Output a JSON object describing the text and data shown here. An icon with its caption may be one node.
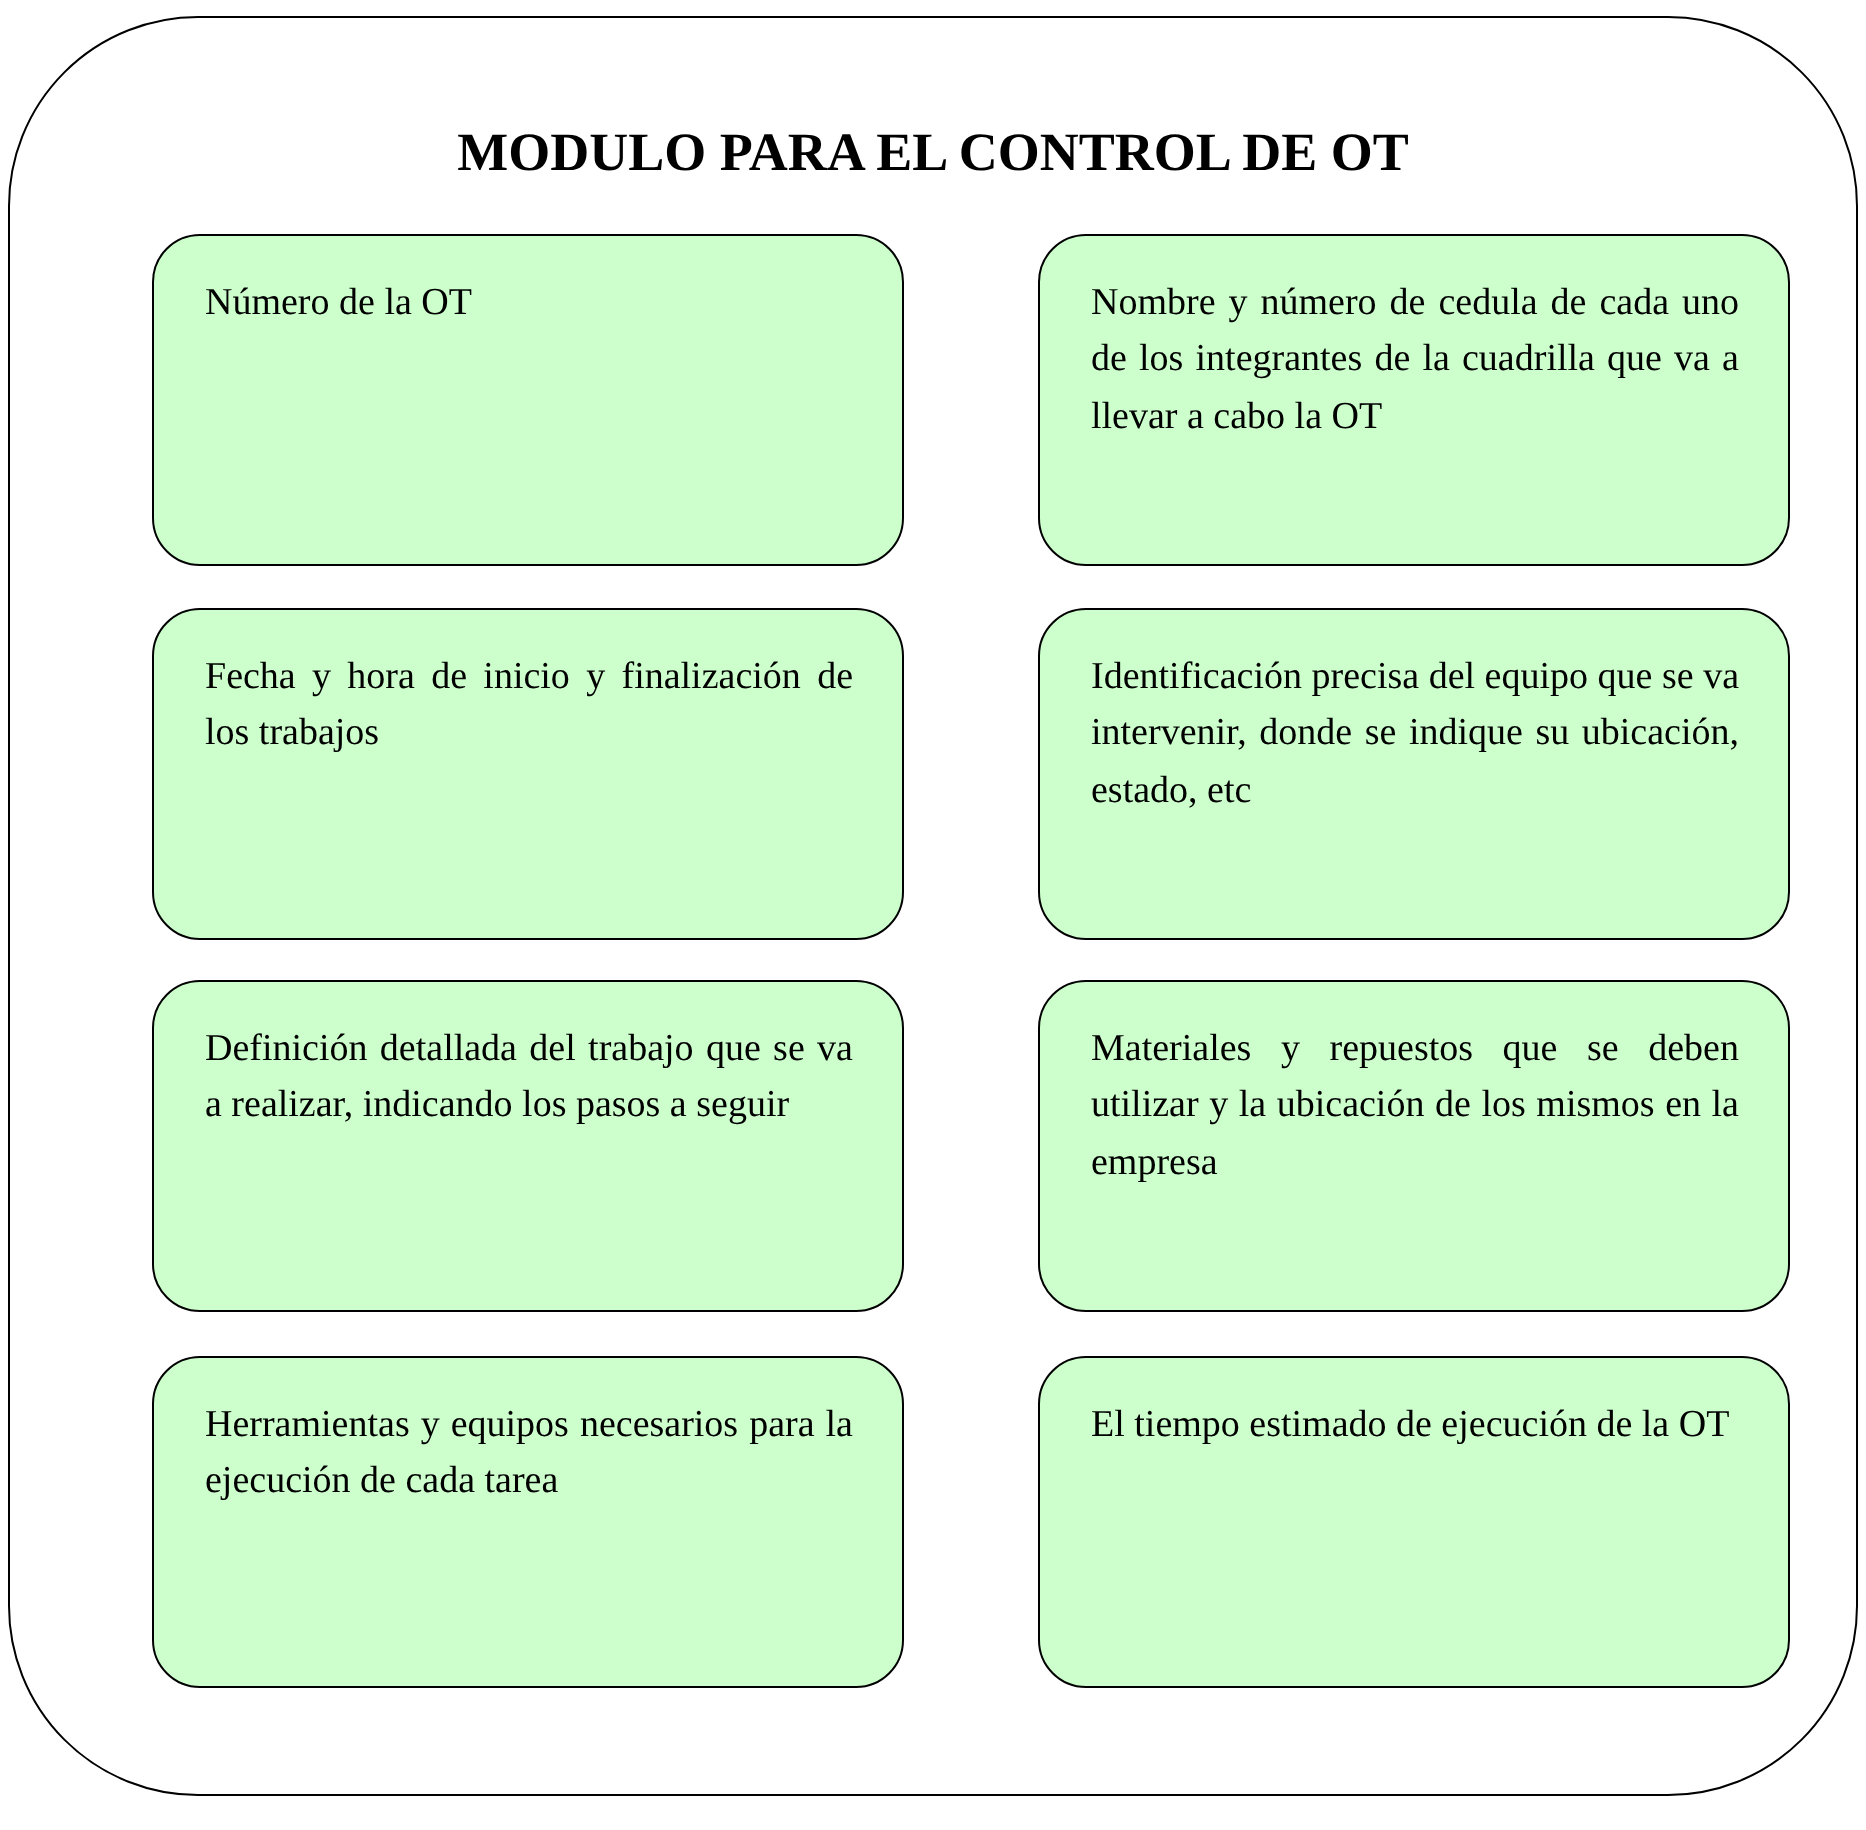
{
  "diagram": {
    "nodes": [
      {
        "text": [
          "MODULO PARA EL CONTROL DE OT"
        ]
      },
      {
        "text": [
          "Número de la OT"
        ],
        "in": 0
      },
      {
        "text": [
          "Nombre y número de cedula de cada uno de los integrantes de la cuadrilla que va a llevar a cabo la OT"
        ],
        "in": 0
      },
      {
        "text": [
          "Fecha y hora de inicio y finalización de los trabajos"
        ],
        "in": 0
      },
      {
        "text": [
          "Identificación precisa del equipo que se va intervenir, donde se indique su ubicación, estado, etc"
        ],
        "in": 0
      },
      {
        "text": [
          "Definición detallada del trabajo que se va a realizar, indicando los pasos a seguir"
        ],
        "in": 0
      },
      {
        "text": [
          "Materiales y repuestos que se deben utilizar y la ubicación de los mismos en la empresa"
        ],
        "in": 0
      },
      {
        "text": [
          "Herramientas y equipos necesarios para la ejecución de cada tarea"
        ],
        "in": 0
      },
      {
        "text": [
          "El tiempo estimado de ejecución de la OT"
        ],
        "in": 0
      }
    ]
  }
}
